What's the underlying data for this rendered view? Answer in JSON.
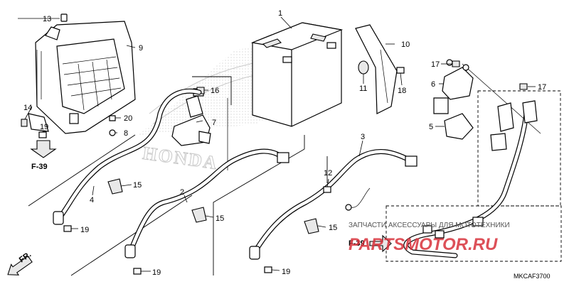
{
  "diagram": {
    "callouts": [
      "1",
      "2",
      "3",
      "4",
      "5",
      "6",
      "7",
      "8",
      "9",
      "10",
      "11",
      "12",
      "13",
      "14",
      "15",
      "15",
      "15",
      "16",
      "17",
      "17",
      "18",
      "19",
      "19",
      "19",
      "19",
      "20"
    ],
    "refs": [
      "F-39",
      "F-39"
    ],
    "code": "MKCAF3700",
    "direction_label": "FR.",
    "logo_text": "HONDA",
    "watermark_text": "ЗАПЧАСТИ АКСЕССУАРЫ ДЛЯ МОТОТЕХНИКИ",
    "watermark_brand": "PARTSMOTOR.RU"
  }
}
